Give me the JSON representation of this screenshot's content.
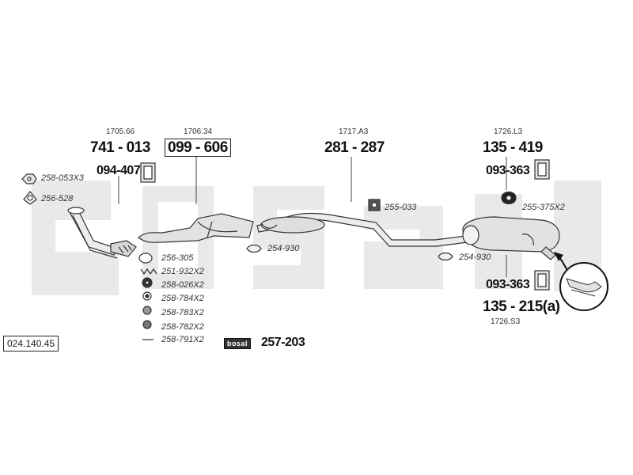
{
  "watermark": "bosal",
  "catalog_number": "024.140.45",
  "parts": {
    "front_pipe": {
      "ref": "1705.66",
      "number": "741 - 013",
      "mount": "094-407"
    },
    "catalytic": {
      "ref": "1706.34",
      "number": "099 - 606"
    },
    "middle": {
      "ref": "1717.A3",
      "number": "281 - 287"
    },
    "rear_upper": {
      "ref": "1726.L3",
      "number": "135 - 419",
      "mount": "093-363"
    },
    "rear_lower": {
      "ref": "1726.S3",
      "number": "135 - 215(a)",
      "mount": "093-363"
    }
  },
  "accessories": {
    "a1": "258-053X3",
    "a2": "256-528",
    "a3": "256-305",
    "a4": "251-932X2",
    "a5": "258-026X2",
    "a6": "258-784X2",
    "a7": "258-783X2",
    "a8": "258-782X2",
    "a9": "258-791X2",
    "a10": "255-033",
    "a11": "254-930",
    "a12": "254-930",
    "a13": "255-375X2"
  },
  "kit": {
    "tag": "bosal",
    "number": "257-203"
  },
  "colors": {
    "line": "#333333",
    "watermark": "#e6e6e6",
    "part_fill": "#dcdcdc"
  }
}
